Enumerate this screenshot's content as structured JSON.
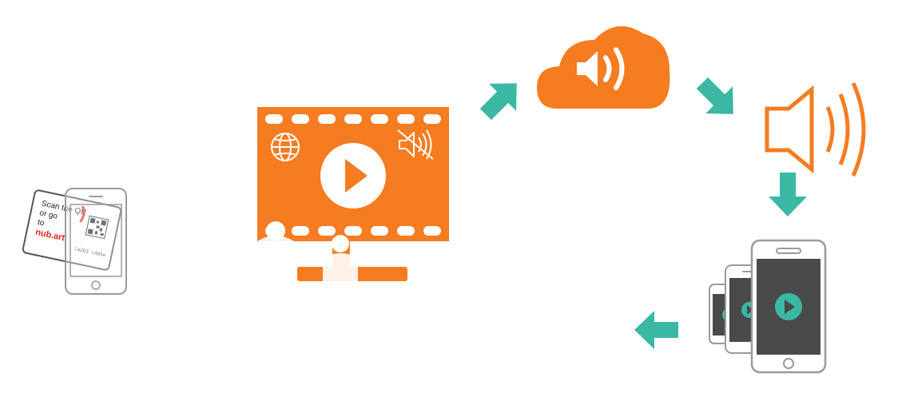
{
  "card": {
    "line1": "Scan the QR",
    "line2": "or go",
    "line3": "to",
    "brand": "nub.art",
    "code": "la2b3 c4d5e"
  },
  "colors": {
    "orange": "#F57C20",
    "teal": "#3BB8A4",
    "gray": "#9A9A9A",
    "screen": "#4A4A4A",
    "brand_red": "#E2231A"
  },
  "icons": [
    "card-with-qr-icon",
    "smartphone-icon",
    "video-monitor-icon",
    "globe-icon",
    "muted-speaker-icon",
    "play-icon",
    "audience-icon",
    "cloud-audio-icon",
    "speaker-icon",
    "phones-playing-icon",
    "arrow-icon"
  ]
}
